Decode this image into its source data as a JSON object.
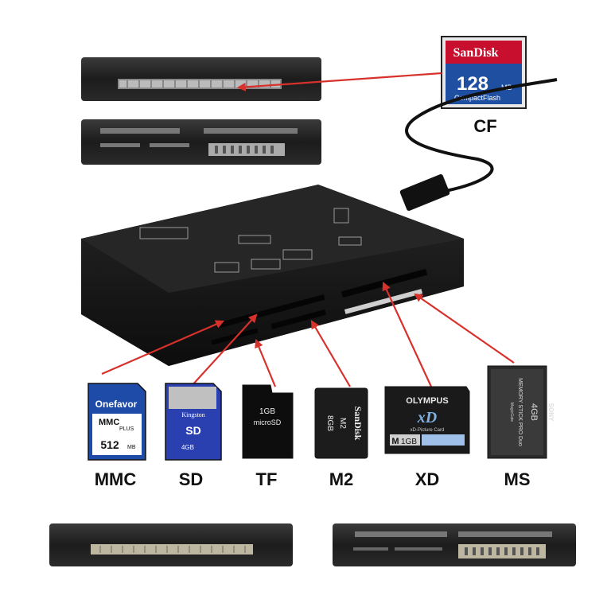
{
  "labels": {
    "cf": "CF",
    "mmc": "MMC",
    "sd": "SD",
    "tf": "TF",
    "m2": "M2",
    "xd": "XD",
    "ms": "MS"
  },
  "cards": {
    "cf": {
      "brand": "SanDisk",
      "capacity": "128",
      "unit": "MB",
      "type": "CompactFlash"
    },
    "mmc": {
      "brand": "Onefavor",
      "line1": "MMC",
      "line2": "PLUS",
      "capacity": "512",
      "unit": "MB"
    },
    "sd": {
      "brand": "Kingston",
      "capacity": "4GB",
      "mark": "SD"
    },
    "tf": {
      "capacity": "1GB",
      "mark": "microSD"
    },
    "m2": {
      "brand": "SanDisk",
      "mark": "M2",
      "capacity": "8GB"
    },
    "xd": {
      "brand": "OLYMPUS",
      "logo": "xD",
      "sub": "xD-Picture Card",
      "model": "M",
      "capacity": "1GB"
    },
    "ms": {
      "brand": "SONY",
      "capacity": "4GB",
      "type": "MEMORY STICK PRO Duo",
      "sub": "MagicGate"
    }
  },
  "colors": {
    "arrow": "#d8312c",
    "device": "#1a1a1a",
    "sandisk_red": "#c8102e"
  }
}
